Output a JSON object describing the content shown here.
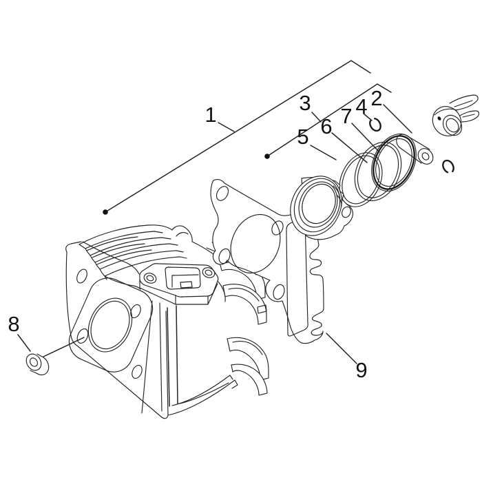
{
  "figure": {
    "type": "exploded-parts-diagram",
    "subject": "Engine cylinder, piston, piston rings and wrist pin exploded view",
    "background_color": "#ffffff",
    "line_color": "#222222",
    "label_color": "#121212",
    "callouts": [
      {
        "label": "1",
        "part": "cylinder-with-gaskets-group"
      },
      {
        "label": "2",
        "part": "wrist-pin"
      },
      {
        "label": "3",
        "part": "piston-group"
      },
      {
        "label": "4",
        "part": "wrist-pin-circlip"
      },
      {
        "label": "5",
        "part": "piston-ring-first"
      },
      {
        "label": "6",
        "part": "piston-ring-second"
      },
      {
        "label": "7",
        "part": "piston-ring-third"
      },
      {
        "label": "8",
        "part": "locating-bush"
      },
      {
        "label": "9",
        "part": "cylinder-base-gasket"
      }
    ]
  }
}
